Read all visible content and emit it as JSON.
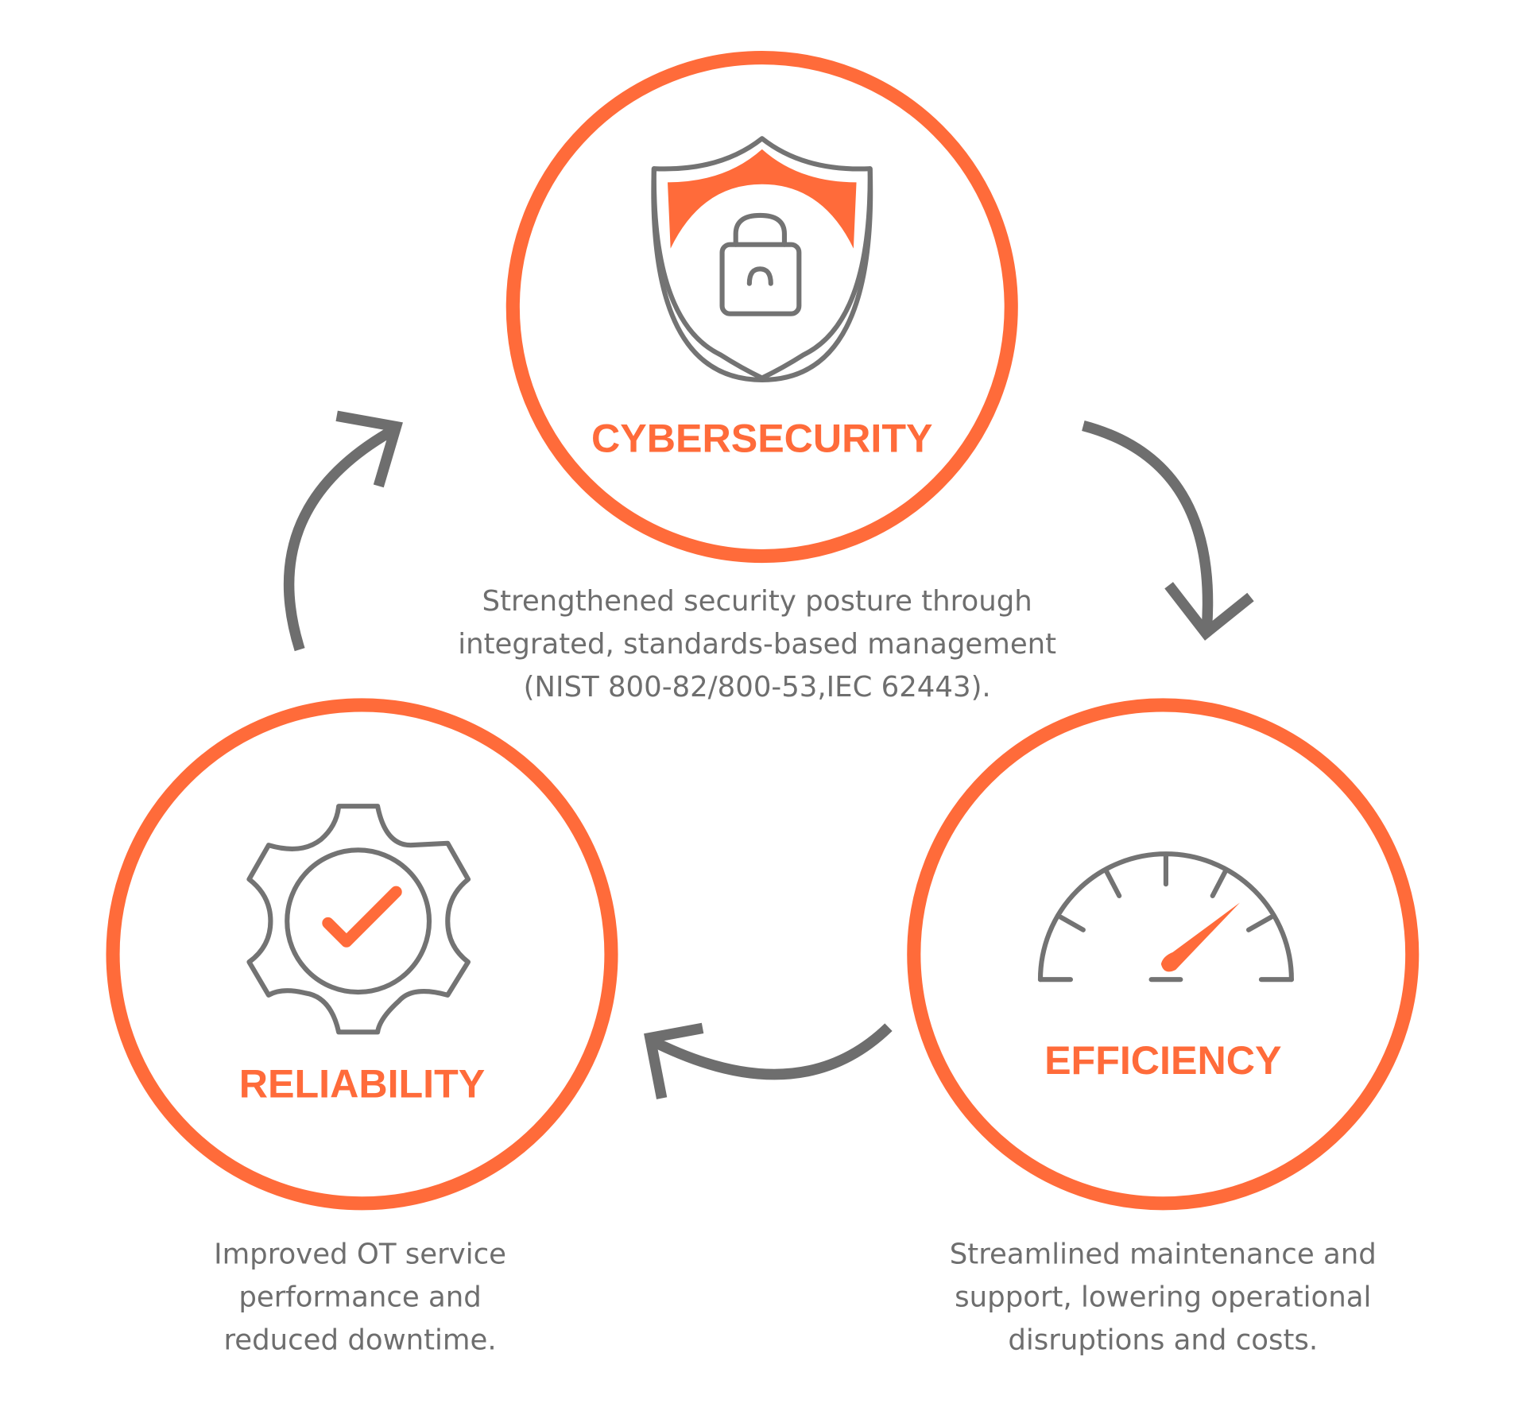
{
  "colors": {
    "accent": "#FF6B3A",
    "icon": "#737373",
    "text": "#6E6E6E"
  },
  "nodes": [
    {
      "title": "CYBERSECURITY",
      "icon": "shield-lock-icon",
      "description": [
        "Strengthened security posture through",
        "integrated, standards-based management",
        "(NIST 800-82/800-53,IEC 62443)."
      ]
    },
    {
      "title": "EFFICIENCY",
      "icon": "speedometer-icon",
      "description": [
        "Streamlined maintenance and",
        "support, lowering operational",
        "disruptions and costs."
      ]
    },
    {
      "title": "RELIABILITY",
      "icon": "gear-check-icon",
      "description": [
        "Improved OT service",
        "performance and",
        "reduced downtime."
      ]
    }
  ]
}
